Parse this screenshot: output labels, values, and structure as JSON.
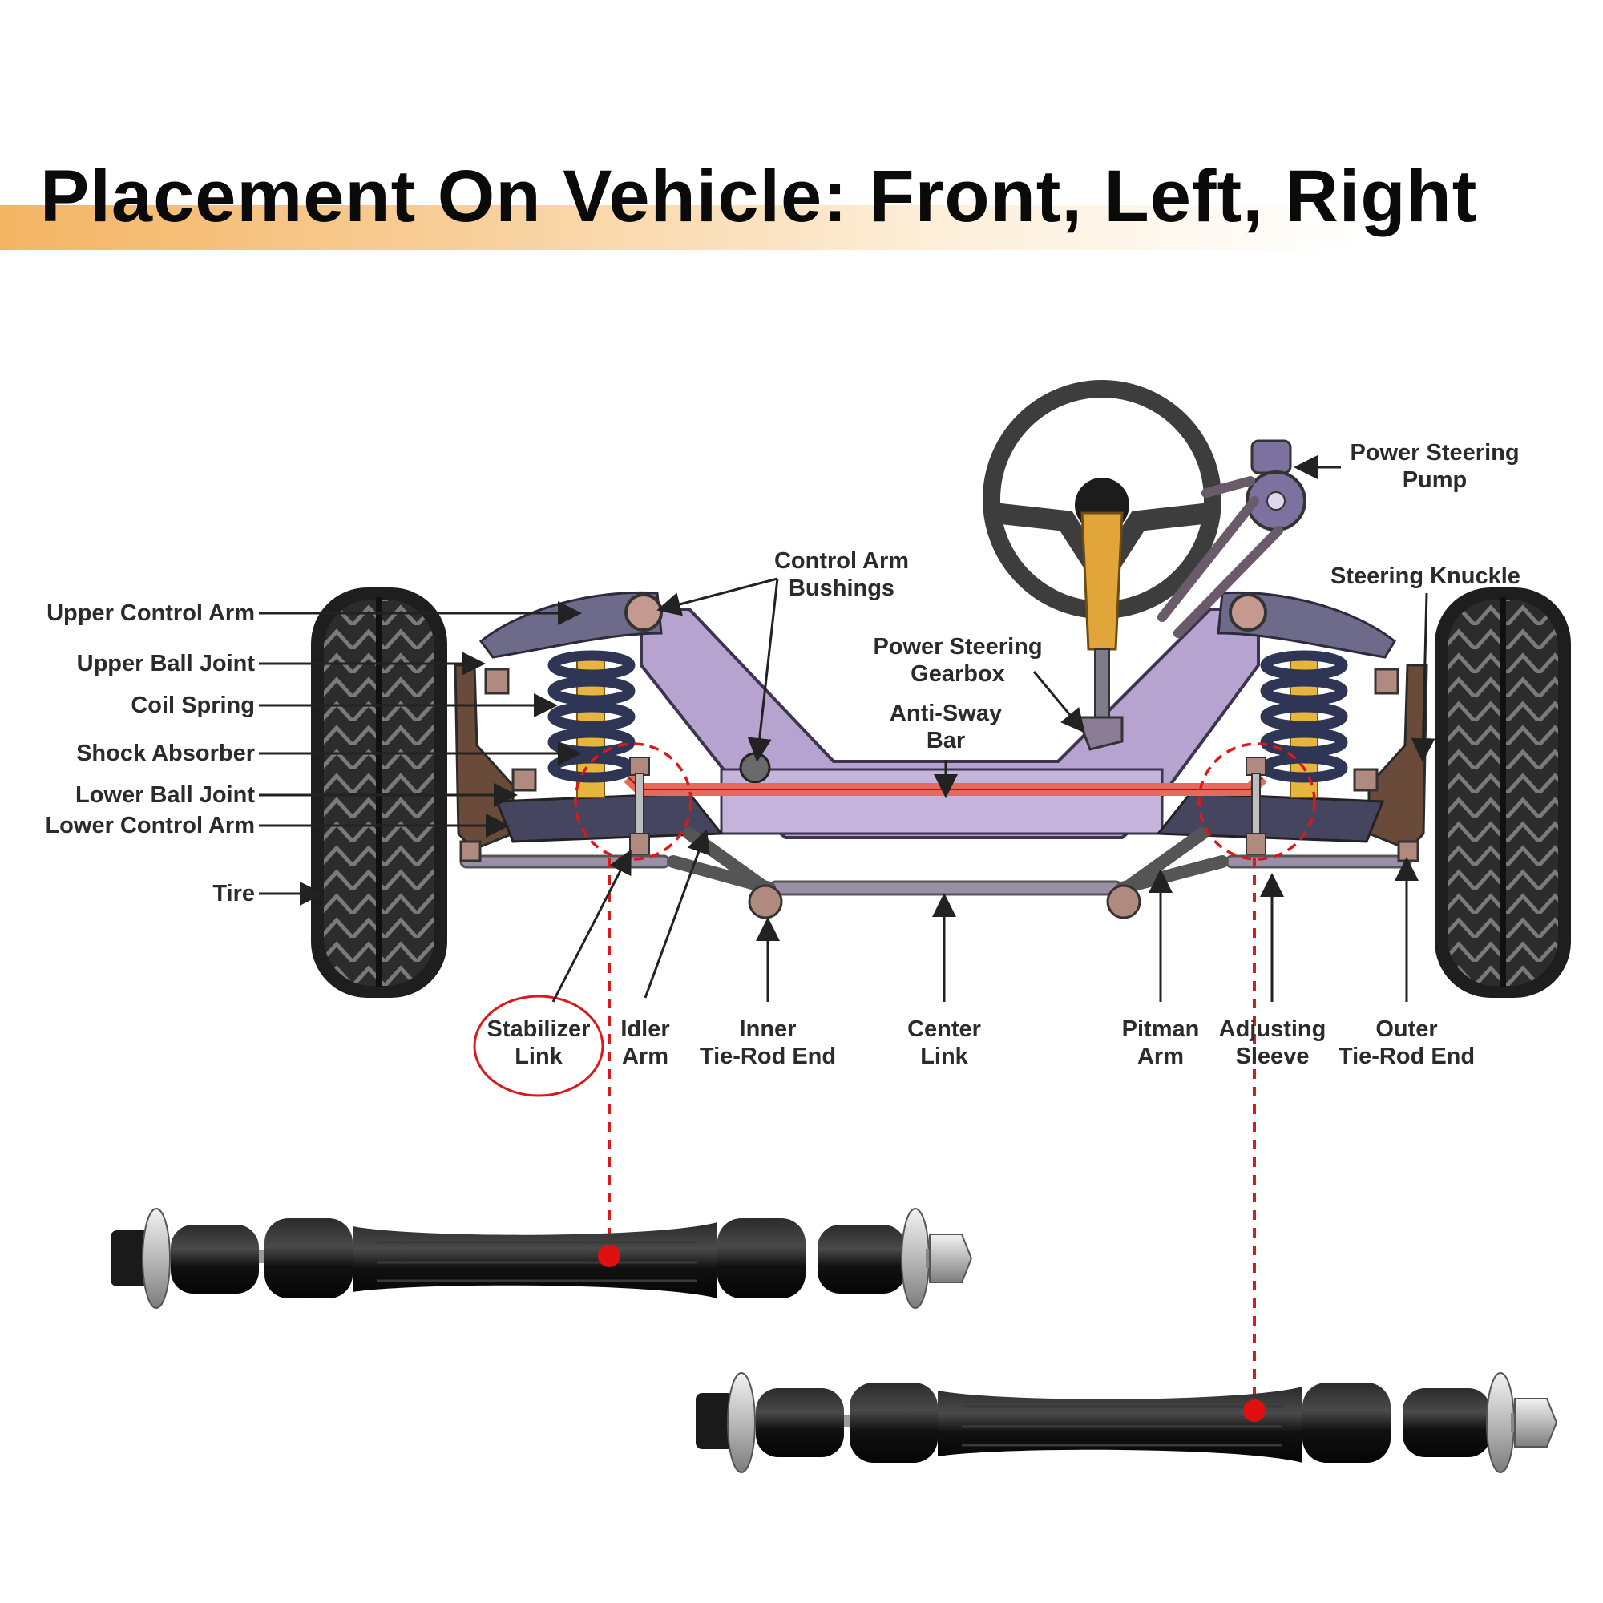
{
  "title": "Placement On Vehicle: Front, Left, Right",
  "labels": {
    "upper_control_arm": "Upper Control Arm",
    "upper_ball_joint": "Upper Ball Joint",
    "coil_spring": "Coil Spring",
    "shock_absorber": "Shock Absorber",
    "lower_ball_joint": "Lower Ball Joint",
    "lower_control_arm": "Lower Control Arm",
    "tire": "Tire",
    "control_arm_bushings": "Control Arm\nBushings",
    "power_steering_gearbox": "Power Steering\nGearbox",
    "anti_sway_bar": "Anti-Sway\nBar",
    "power_steering_pump": "Power Steering\nPump",
    "steering_knuckle": "Steering Knuckle",
    "stabilizer_link": "Stabilizer\nLink",
    "idler_arm": "Idler\nArm",
    "inner_tie_rod_end": "Inner\nTie-Rod End",
    "center_link": "Center\nLink",
    "pitman_arm": "Pitman\nArm",
    "adjusting_sleeve": "Adjusting\nSleeve",
    "outer_tie_rod_end": "Outer\nTie-Rod End"
  },
  "colors": {
    "highlight": "#d91a1a",
    "frame": "#b7a3cf",
    "sway_bar": "#e8685a",
    "steering_column": "#e2a53a"
  }
}
